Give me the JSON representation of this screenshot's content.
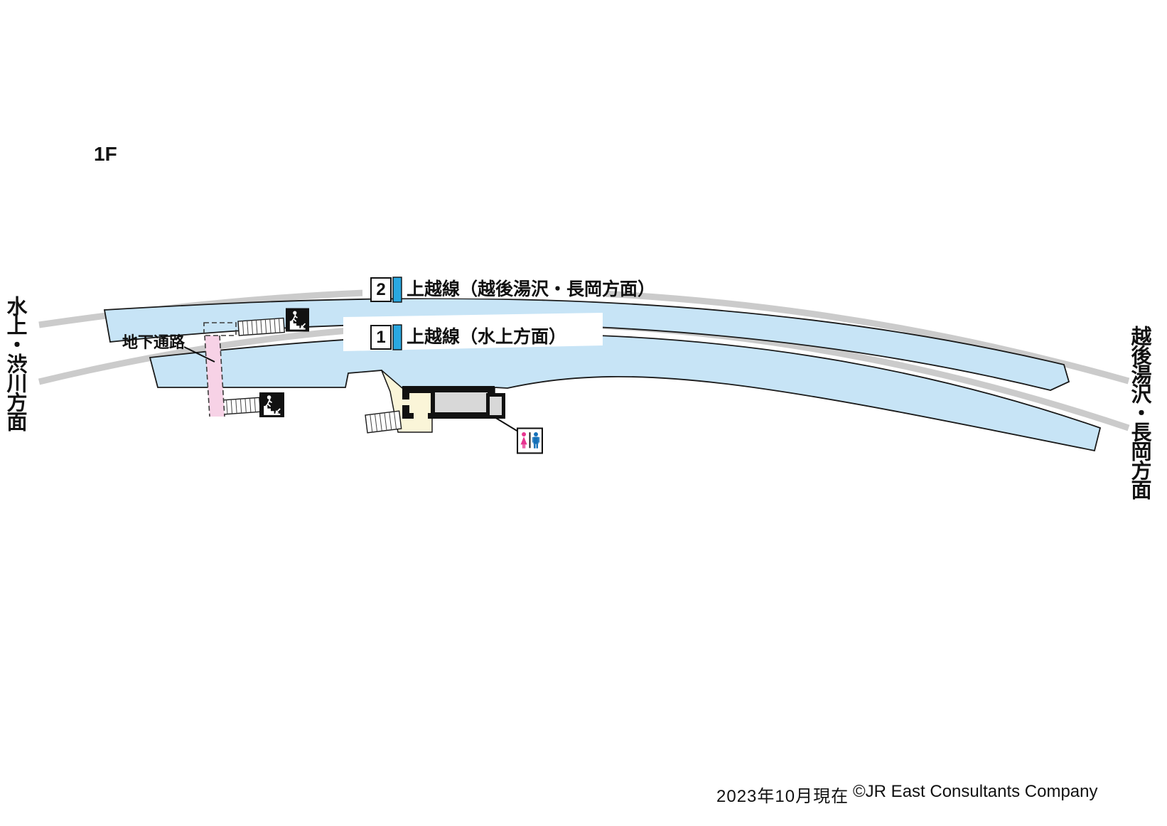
{
  "floor_label": "1F",
  "directions": {
    "left": "水上・渋川方面",
    "right": "越後湯沢・長岡方面"
  },
  "platforms": [
    {
      "number": "2",
      "line": "上越線（越後湯沢・長岡方面）"
    },
    {
      "number": "1",
      "line": "上越線（水上方面）"
    }
  ],
  "labels": {
    "underground_passage": "地下通路"
  },
  "footer": {
    "date": "2023年10月現在",
    "copyright": "©JR East Consultants Company"
  },
  "icons": {
    "stairs": "stairs-down",
    "toilet": "toilet"
  },
  "colors": {
    "platform": "#c7e4f6",
    "track": "#cbcbcb",
    "passage_pink": "#f7d2e6",
    "building_cream": "#faf5d8",
    "room_gray": "#d8d8d8",
    "marker_blue": "#29a8e0",
    "toilet_female": "#e73490",
    "toilet_male": "#1470b8",
    "wall_black": "#111111"
  }
}
